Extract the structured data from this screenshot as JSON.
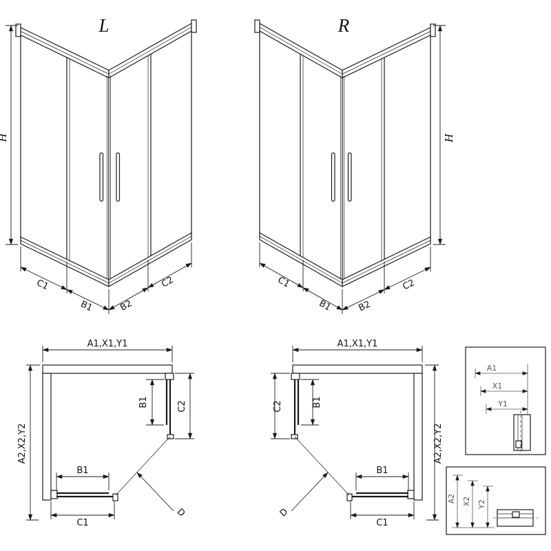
{
  "colors": {
    "line": "#1a1a1a",
    "background": "#ffffff"
  },
  "iso_views": [
    {
      "variant": "L",
      "height": "H",
      "dims": {
        "outer_left": "C1",
        "door_left": "B1",
        "door_right": "B2",
        "outer_right": "C2"
      }
    },
    {
      "variant": "R",
      "height": "H",
      "dims": {
        "outer_left": "C2",
        "door_left": "B2",
        "door_right": "B1",
        "outer_right": "C1"
      }
    }
  ],
  "plan_views": [
    {
      "width": "A1,X1,Y1",
      "depth": "A2,X2,Y2",
      "side_door": "B1",
      "side_total": "C2",
      "front_door": "B1",
      "front_total": "C1",
      "diagonal": "D"
    },
    {
      "width": "A1,X1,Y1",
      "depth": "A2,X2,Y2",
      "side_door": "B1",
      "side_total": "C2",
      "front_door": "B1",
      "front_total": "C1",
      "diagonal": "D"
    }
  ],
  "details": [
    {
      "dims": [
        "A1",
        "X1",
        "Y1"
      ]
    },
    {
      "dims": [
        "A2",
        "X2",
        "Y2"
      ]
    }
  ]
}
